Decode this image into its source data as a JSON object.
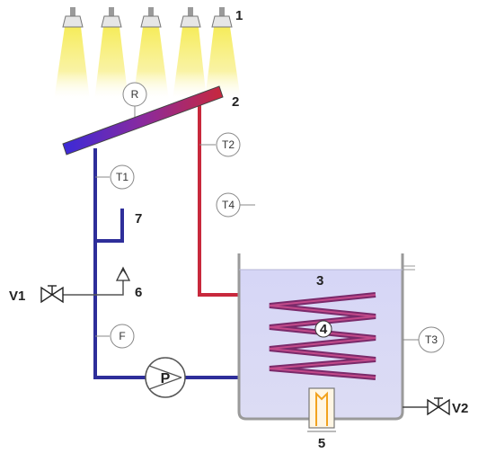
{
  "colors": {
    "cold_pipe": "#2e2e9a",
    "hot_pipe": "#c8283c",
    "tank_water": "#d8d8f4",
    "tank_wall": "#9a9a9a",
    "lamp_light": "#f6ec5a",
    "heater": "#f2a21e"
  },
  "icons": {
    "lamp": "spot-lamp-icon",
    "valve": "bowtie-valve-icon",
    "pump": "circle-pump-icon",
    "vent": "air-vent-icon",
    "heater": "electric-heater-icon"
  },
  "labels": {
    "lamps": "1",
    "collector": "2",
    "tank": "3",
    "coil": "4",
    "heater": "5",
    "vent": "6",
    "overflow": "7",
    "valve_left": "V1",
    "valve_right": "V2"
  },
  "sensors": {
    "radiation": "R",
    "t1": "T1",
    "t2": "T2",
    "t3": "T3",
    "t4": "T4",
    "flow": "F",
    "pump": "P"
  }
}
